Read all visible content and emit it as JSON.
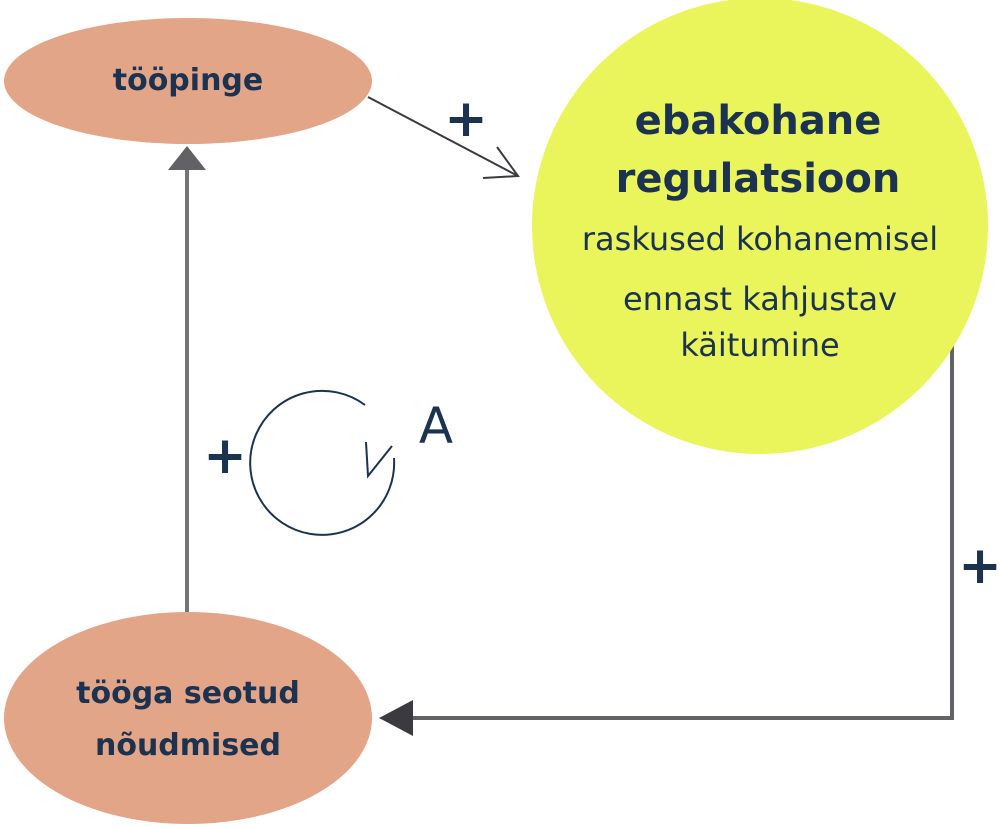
{
  "nodes": {
    "toopinge": {
      "label": "tööpinge"
    },
    "ebakohane": {
      "title_line1": "ebakohane",
      "title_line2": "regulatsioon",
      "sub1": "raskused kohanemisel",
      "sub2_line1": "ennast kahjustav",
      "sub2_line2": "käitumine"
    },
    "nouded": {
      "line1": "tööga seotud",
      "line2": "nõudmised"
    }
  },
  "edges": [
    {
      "from": "toopinge",
      "to": "ebakohane",
      "sign": "+"
    },
    {
      "from": "ebakohane",
      "to": "nouded",
      "sign": "+"
    },
    {
      "from": "nouded",
      "to": "toopinge",
      "sign": "+"
    }
  ],
  "loop": {
    "label": "A"
  },
  "colors": {
    "salmon_node": "#e2a587",
    "yellow_node": "#e9f55b",
    "text": "#1b3250",
    "arrow_gray": "#616166",
    "arrow_dark": "#3a3a40"
  }
}
